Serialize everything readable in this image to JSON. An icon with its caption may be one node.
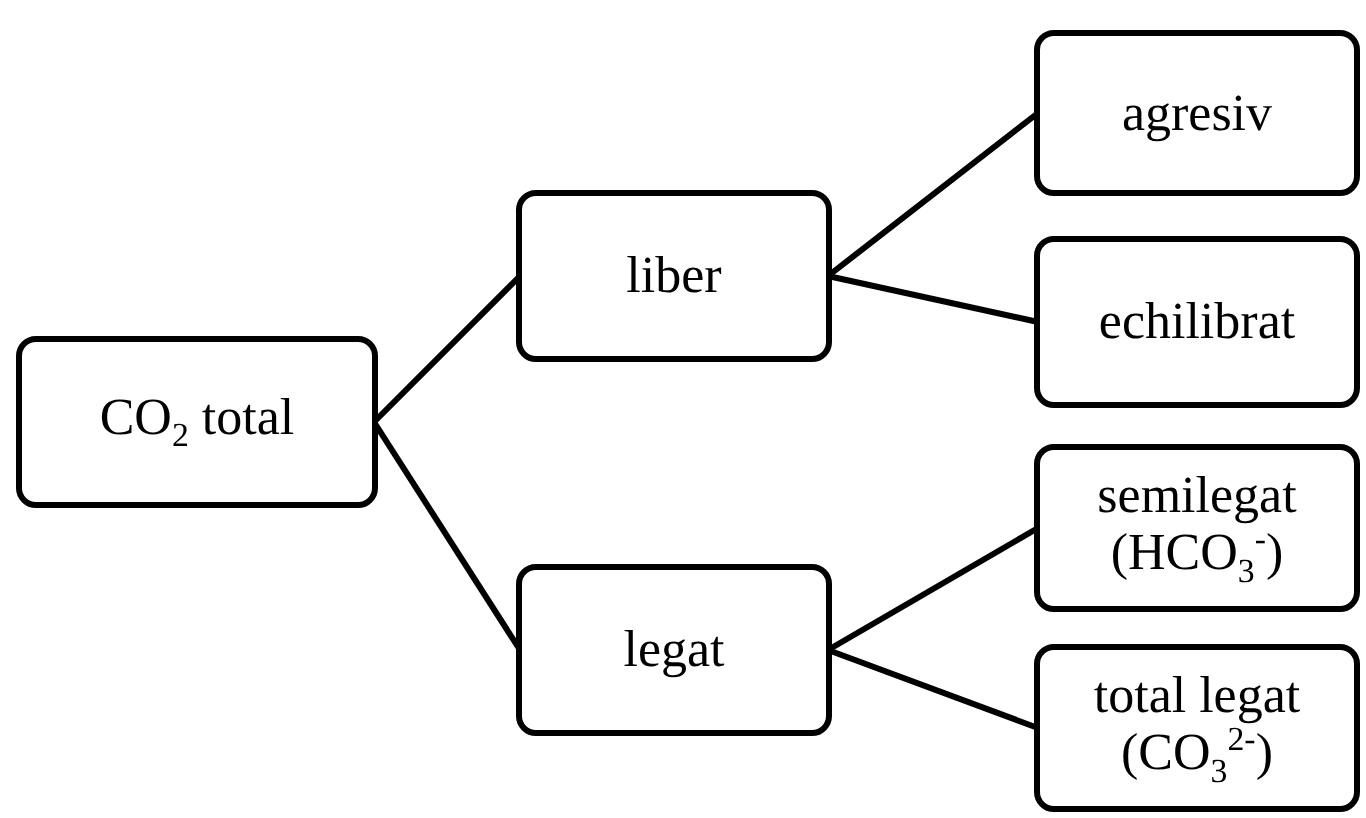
{
  "diagram": {
    "nodes": [
      {
        "text": [
          "CO$_{2}$ total"
        ]
      },
      {
        "text": [
          "liber"
        ]
      },
      {
        "text": [
          "legat"
        ]
      },
      {
        "text": [
          "agresiv"
        ]
      },
      {
        "text": [
          "echilibrat"
        ]
      },
      {
        "text": [
          "semilegat (HCO$_{3}$$^{-}$)"
        ]
      },
      {
        "text": [
          "total legat (CO$_{3}$$^{2-}$)"
        ]
      }
    ],
    "edges": [
      {
        "from": 0,
        "to": 1,
        "arrow": "none"
      },
      {
        "from": 0,
        "to": 2,
        "arrow": "none"
      },
      {
        "from": 1,
        "to": 3,
        "arrow": "none"
      },
      {
        "from": 1,
        "to": 4,
        "arrow": "none"
      },
      {
        "from": 2,
        "to": 5,
        "arrow": "none"
      },
      {
        "from": 2,
        "to": 6,
        "arrow": "none"
      }
    ]
  }
}
